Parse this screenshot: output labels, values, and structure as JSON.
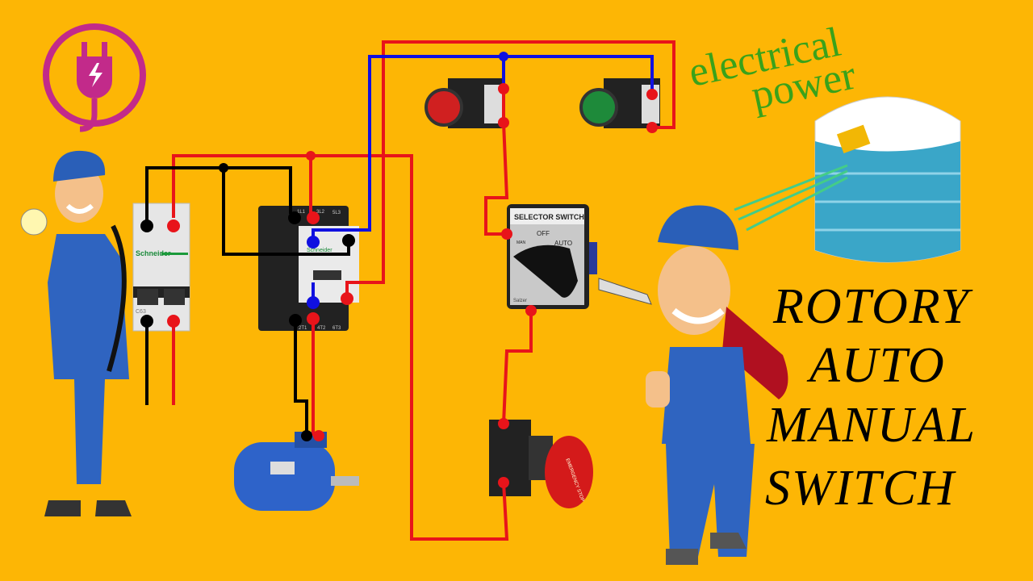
{
  "colors": {
    "background": "#FDB605",
    "live_wire": "#E8141A",
    "neutral_wire": "#000000",
    "control_wire": "#1010E0",
    "text_green": "#3AA21A"
  },
  "banner": {
    "line1": "electrical",
    "line2": "power"
  },
  "title": {
    "lines": [
      "ROTORY",
      "AUTO",
      "MANUAL",
      "SWITCH"
    ]
  },
  "components": {
    "mcb_brand": "Schneider",
    "mcb_rating": "C63",
    "contactor_brand": "Schneider",
    "contactor_terminals_top": [
      "1L1",
      "3L2",
      "5L3"
    ],
    "contactor_terminals_bottom": [
      "2T1",
      "4T2",
      "6T3"
    ],
    "selector_label": "SELECTOR SWITCH",
    "selector_positions": [
      "MAN",
      "OFF",
      "AUTO"
    ],
    "selector_brand": "Salzer",
    "estop_label": "EMERGENCY STOP"
  },
  "icons": [
    "power-plug-logo-icon",
    "electrician-left",
    "electrician-right",
    "water-tank",
    "motor",
    "red-pushbutton",
    "green-pushbutton"
  ]
}
